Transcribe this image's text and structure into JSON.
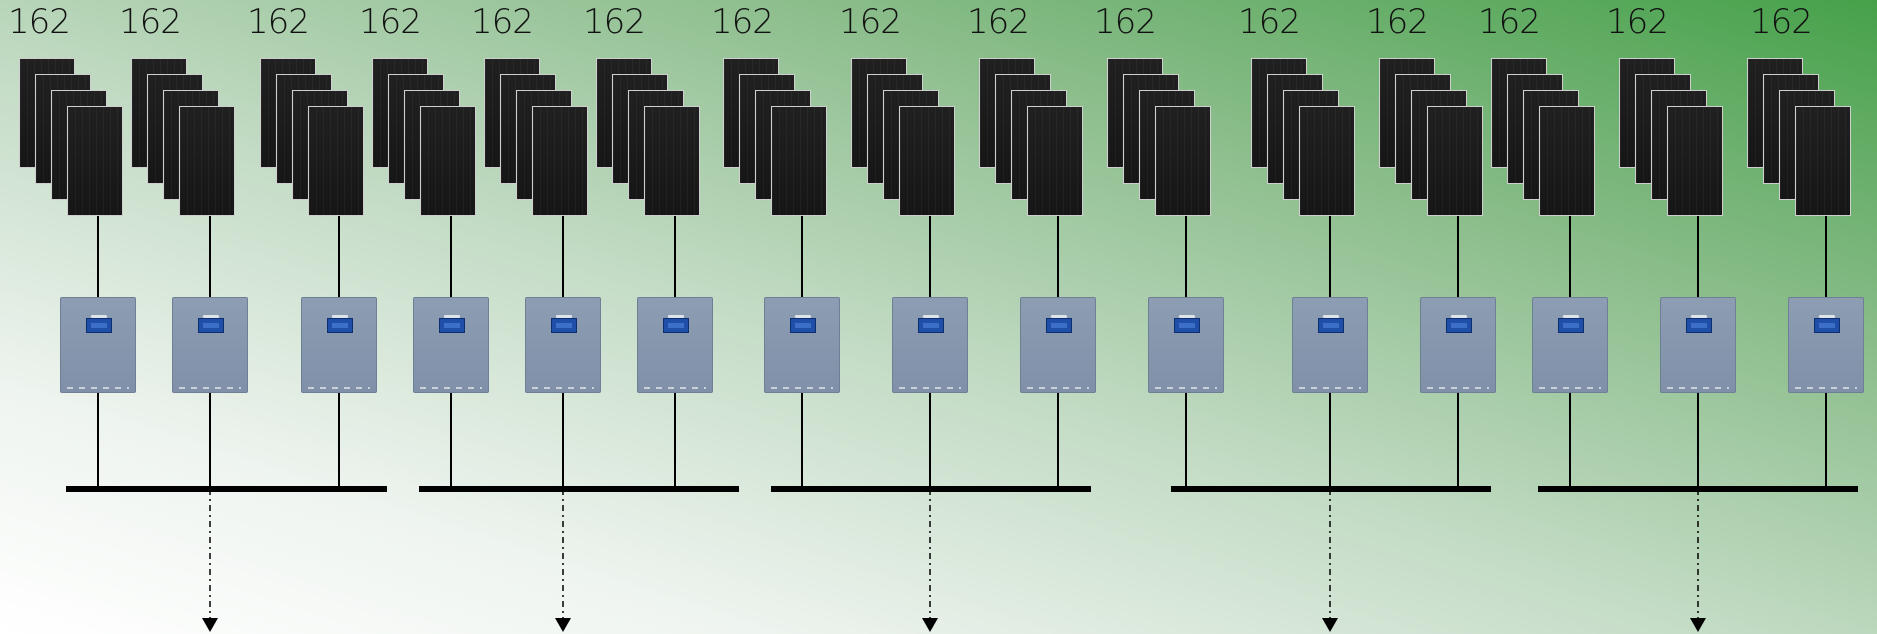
{
  "diagram": {
    "strings": [
      {
        "count_label": "162",
        "group": 1,
        "output": false
      },
      {
        "count_label": "162",
        "group": 1,
        "output": true
      },
      {
        "count_label": "162",
        "group": 1,
        "output": false
      },
      {
        "count_label": "162",
        "group": 2,
        "output": false
      },
      {
        "count_label": "162",
        "group": 2,
        "output": true
      },
      {
        "count_label": "162",
        "group": 2,
        "output": false
      },
      {
        "count_label": "162",
        "group": 3,
        "output": false
      },
      {
        "count_label": "162",
        "group": 3,
        "output": true
      },
      {
        "count_label": "162",
        "group": 3,
        "output": false
      },
      {
        "count_label": "162",
        "group": 4,
        "output": false
      },
      {
        "count_label": "162",
        "group": 4,
        "output": true
      },
      {
        "count_label": "162",
        "group": 4,
        "output": false
      },
      {
        "count_label": "162",
        "group": 5,
        "output": false
      },
      {
        "count_label": "162",
        "group": 5,
        "output": true
      },
      {
        "count_label": "162",
        "group": 5,
        "output": false
      }
    ],
    "panel_stack_depth": 4,
    "colors": {
      "panel": "#1a1a1a",
      "inverter": "#8596ad",
      "inverter_screen": "#1f4fa8",
      "line": "#000000",
      "background_start": "#ffffff",
      "background_end": "#46a14a"
    },
    "icons": {
      "panel": "solar-panel-icon",
      "inverter": "inverter-icon",
      "output": "arrow-down-icon"
    }
  }
}
